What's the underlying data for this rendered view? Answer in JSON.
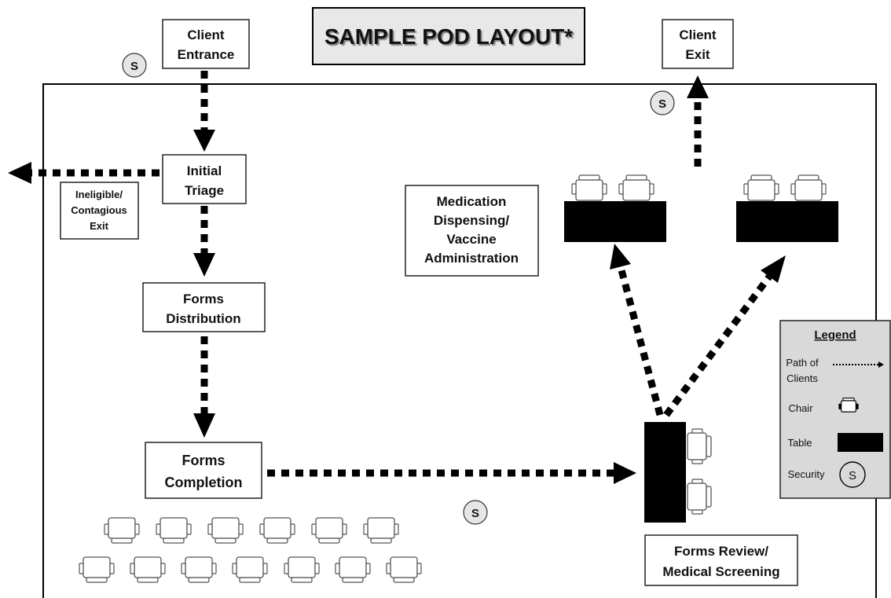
{
  "title": {
    "main": "SAMPLE POD LAYOUT*"
  },
  "boxes": {
    "client_entrance": [
      "Client",
      "Entrance"
    ],
    "client_exit": [
      "Client",
      "Exit"
    ],
    "initial_triage": [
      "Initial",
      "Triage"
    ],
    "ineligible_exit": [
      "Ineligible/",
      "Contagious",
      "Exit"
    ],
    "forms_distribution": [
      "Forms",
      "Distribution"
    ],
    "forms_completion": [
      "Forms",
      "Completion"
    ],
    "medication_dispensing": [
      "Medication",
      "Dispensing/",
      "Vaccine",
      "Administration"
    ],
    "forms_review": [
      "Forms Review/",
      "Medical Screening"
    ]
  },
  "security_marker": "S",
  "legend": {
    "title": "Legend",
    "path_label": [
      "Path of",
      "Clients"
    ],
    "chair_label": "Chair",
    "table_label": "Table",
    "security_label": "Security",
    "security_symbol": "S"
  },
  "colors": {
    "path": "#000000",
    "table": "#000000",
    "security_fill": "#e6e6e6",
    "legend_fill": "#d9d9d9",
    "title_fill": "#e8e8e8"
  }
}
